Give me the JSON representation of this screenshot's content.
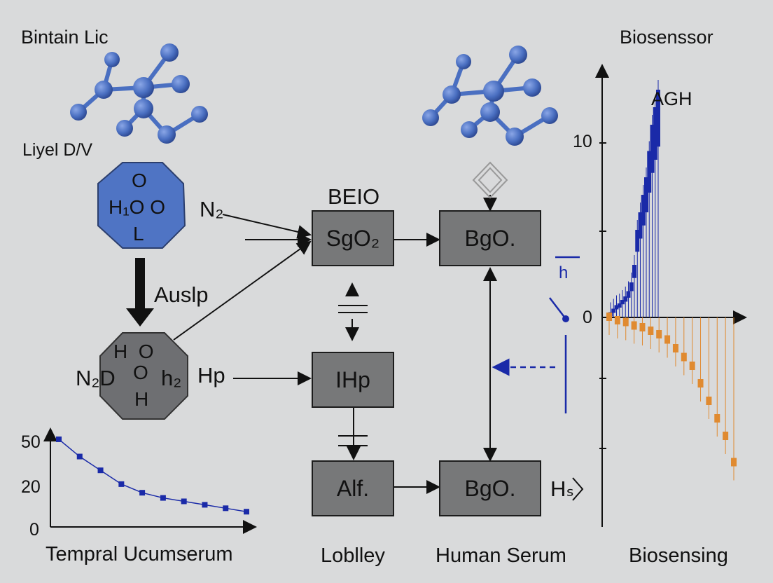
{
  "labels": {
    "top_left": "Bintain Lic",
    "top_right": "Biosenssor",
    "left_mid": "Liyel D/V",
    "n2": "N₂",
    "beio": "BEIO",
    "auslp": "Auslp",
    "n2d": "N₂D",
    "h2hp": "h₂",
    "hp": "Hp",
    "h_marker": "h",
    "hs": "Hₛ",
    "agh": "AGH"
  },
  "molecule_top": {
    "lines": [
      "O",
      "H₁O O",
      "L"
    ]
  },
  "molecule_bottom": {
    "lines": [
      "H  O",
      "O",
      "H"
    ]
  },
  "boxes": {
    "sgo2": "SgO₂",
    "bgo_top": "BgO.",
    "ihp": "IHp",
    "alf": "Alf.",
    "bgo_bottom": "BgO."
  },
  "bottom_labels": {
    "temporal": "Tempral Ucumserum",
    "lobley": "Loblley",
    "human_serum": "Human Serum",
    "biosensing": "Biosensing"
  },
  "colors": {
    "molecule": "#4a6fc1",
    "box": "#777879",
    "series_pos": "#1a2aa8",
    "series_neg": "#e08a30"
  },
  "chart_data": [
    {
      "type": "line",
      "x": [
        1,
        2,
        3,
        4,
        5,
        6,
        7,
        8,
        9,
        10
      ],
      "values": [
        48,
        38,
        30,
        22,
        17,
        14,
        12,
        10,
        8,
        6
      ],
      "ytick_labels": [
        "50",
        "20",
        "0"
      ],
      "xlabel": "Tempral Ucumserum"
    },
    {
      "type": "bar",
      "ytick_labels": [
        "10",
        "0"
      ],
      "label": "AGH",
      "xlabel": "Biosensing",
      "series": [
        {
          "values": [
            0.3,
            0.5,
            0.7,
            0.8,
            1.0,
            1.2,
            1.5,
            2.0,
            3.0,
            5.0,
            6.0,
            7.0,
            8.0,
            9.5,
            11.0,
            12.0,
            13.0
          ]
        },
        {
          "values": [
            -0.2,
            -0.4,
            -0.5,
            -0.7,
            -0.8,
            -1.0,
            -1.2,
            -1.5,
            -2.0,
            -2.5,
            -3.0,
            -4.0,
            -5.0,
            -6.0,
            -7.0,
            -8.5
          ]
        }
      ]
    }
  ]
}
